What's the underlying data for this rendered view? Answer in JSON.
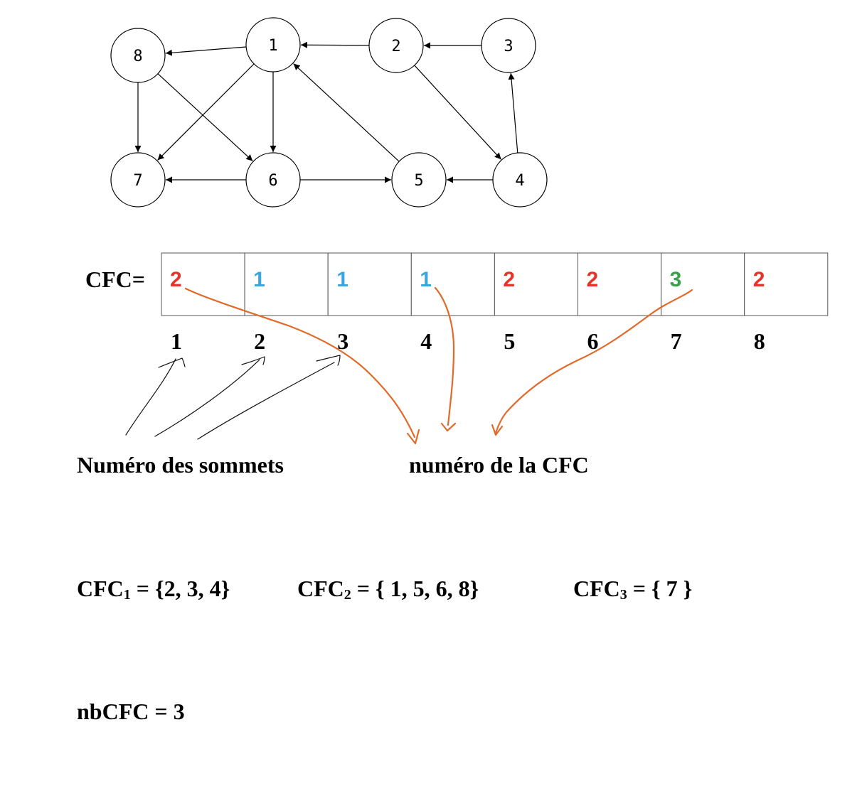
{
  "graph": {
    "nodes": [
      {
        "id": "1",
        "label": "1"
      },
      {
        "id": "2",
        "label": "2"
      },
      {
        "id": "3",
        "label": "3"
      },
      {
        "id": "4",
        "label": "4"
      },
      {
        "id": "5",
        "label": "5"
      },
      {
        "id": "6",
        "label": "6"
      },
      {
        "id": "7",
        "label": "7"
      },
      {
        "id": "8",
        "label": "8"
      }
    ],
    "edges": [
      {
        "from": "1",
        "to": "8"
      },
      {
        "from": "2",
        "to": "1"
      },
      {
        "from": "3",
        "to": "2"
      },
      {
        "from": "1",
        "to": "7"
      },
      {
        "from": "1",
        "to": "6"
      },
      {
        "from": "8",
        "to": "7"
      },
      {
        "from": "8",
        "to": "6"
      },
      {
        "from": "2",
        "to": "4"
      },
      {
        "from": "5",
        "to": "1"
      },
      {
        "from": "4",
        "to": "3"
      },
      {
        "from": "4",
        "to": "5"
      },
      {
        "from": "6",
        "to": "5"
      },
      {
        "from": "6",
        "to": "7"
      }
    ]
  },
  "array": {
    "label": "CFC=",
    "values": [
      "2",
      "1",
      "1",
      "1",
      "2",
      "2",
      "3",
      "2"
    ],
    "indices": [
      "1",
      "2",
      "3",
      "4",
      "5",
      "6",
      "7",
      "8"
    ]
  },
  "cfc_colors": {
    "1": "#3aa6e0",
    "2": "#e5342a",
    "3": "#3aa04a"
  },
  "annotations": {
    "vertex_numbers": "Numéro des sommets",
    "cfc_number": "numéro de la CFC"
  },
  "sets": [
    {
      "name": "CFC",
      "sub": "1",
      "rest": " = {2,  3,  4}"
    },
    {
      "name": "CFC",
      "sub": "2",
      "rest": " = { 1,  5,  6,  8}"
    },
    {
      "name": "CFC",
      "sub": "3",
      "rest": " = { 7 }"
    }
  ],
  "count": {
    "text": "nbCFC = 3"
  }
}
